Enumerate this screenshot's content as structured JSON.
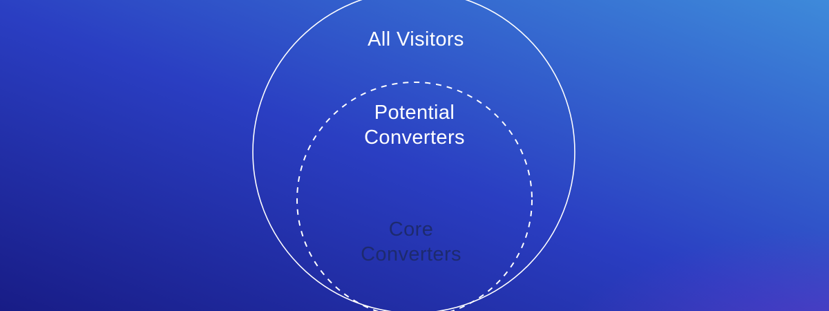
{
  "diagram": {
    "type": "nested-circles",
    "rings": [
      {
        "id": "all-visitors",
        "label": "All Visitors",
        "outline": "solid",
        "stroke_color": "#ffffff",
        "fill_color": "none",
        "label_color": "#ffffff"
      },
      {
        "id": "potential-converters",
        "label": "Potential Converters",
        "outline": "dashed",
        "stroke_color": "#ffffff",
        "fill_color": "none",
        "label_color": "#ffffff"
      },
      {
        "id": "core-converters",
        "label": "Core Converters",
        "outline": "none",
        "stroke_color": "none",
        "fill_color": "#29c3f1",
        "label_color": "#1d2a6e"
      }
    ]
  },
  "background": {
    "top_right": "#3e8ada",
    "mid": "#2a3ec2",
    "bottom_left": "#181c86",
    "corner_glow": "rgba(115,58,195,0.55)"
  }
}
